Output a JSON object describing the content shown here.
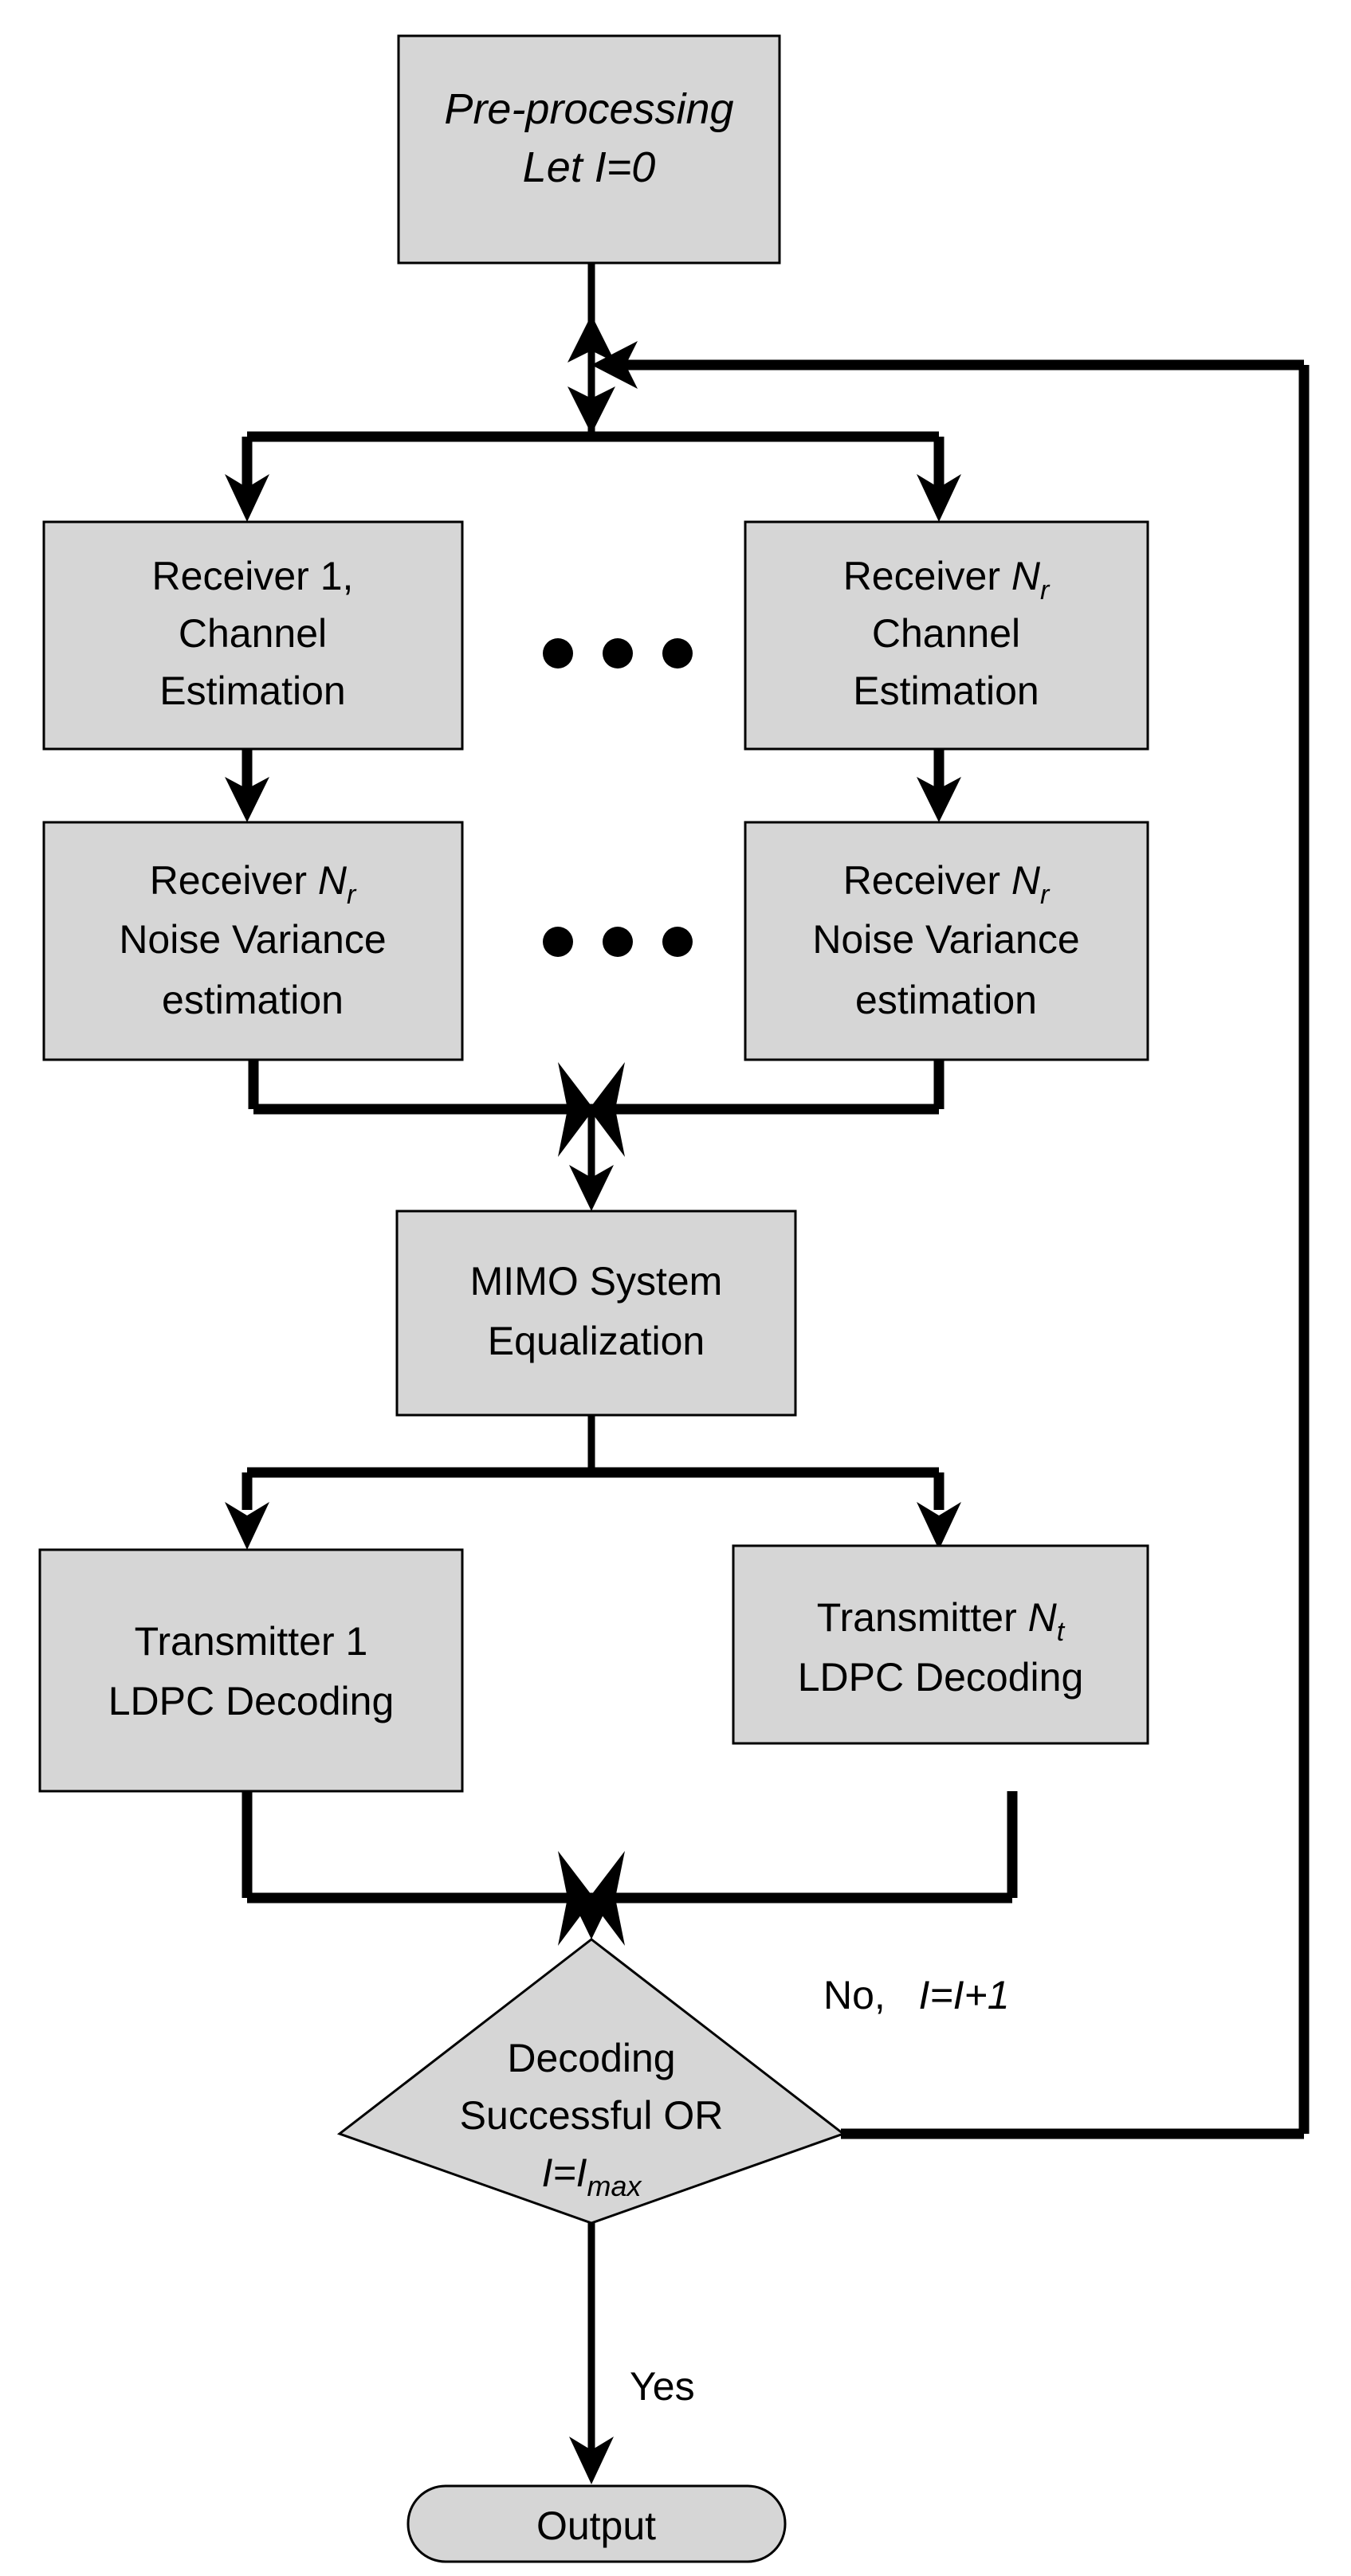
{
  "diagram": {
    "title": "MIMO LDPC iterative receiver flowchart",
    "colors": {
      "node_fill": "#d6d6d6",
      "stroke": "#000000",
      "background": "#ffffff"
    },
    "nodes": {
      "preprocessing": {
        "shape": "rect",
        "italic": true,
        "line1": "Pre-processing",
        "line2_prefix": "Let ",
        "line2_var": "I",
        "line2_suffix": "=0"
      },
      "receiver_1_channel": {
        "shape": "rect",
        "line1": "Receiver 1,",
        "line2": "Channel",
        "line3": "Estimation"
      },
      "receiver_nr_channel": {
        "shape": "rect",
        "line1_prefix": "Receiver ",
        "line1_var": "N",
        "line1_sub": "r",
        "line2": "Channel",
        "line3": "Estimation"
      },
      "receiver_nr_noise_left": {
        "shape": "rect",
        "line1_prefix": "Receiver ",
        "line1_var": "N",
        "line1_sub": "r",
        "line2": "Noise Variance",
        "line3": "estimation"
      },
      "receiver_nr_noise_right": {
        "shape": "rect",
        "line1_prefix": "Receiver ",
        "line1_var": "N",
        "line1_sub": "r",
        "line2": "Noise Variance",
        "line3": "estimation"
      },
      "mimo_equalization": {
        "shape": "rect",
        "line1": "MIMO System",
        "line2": "Equalization"
      },
      "transmitter_1": {
        "shape": "rect",
        "line1": "Transmitter 1",
        "line2": "LDPC Decoding"
      },
      "transmitter_nt": {
        "shape": "rect",
        "line1_prefix": "Transmitter ",
        "line1_var": "N",
        "line1_sub": "t",
        "line2": "LDPC Decoding"
      },
      "decision": {
        "shape": "diamond",
        "line1": "Decoding",
        "line2": "Successful OR",
        "line3_var1": "I",
        "line3_eq": "=",
        "line3_var2": "I",
        "line3_sub": "max"
      },
      "output": {
        "shape": "rounded-pill",
        "label": "Output"
      }
    },
    "edge_labels": {
      "no_branch": {
        "word": "No,",
        "var1": "I",
        "eq": "=",
        "var2": "I",
        "plus": "+1"
      },
      "yes_branch": {
        "word": "Yes"
      }
    },
    "ellipsis": {
      "row1_dots": 3,
      "row2_dots": 3,
      "glyph": "•"
    }
  }
}
